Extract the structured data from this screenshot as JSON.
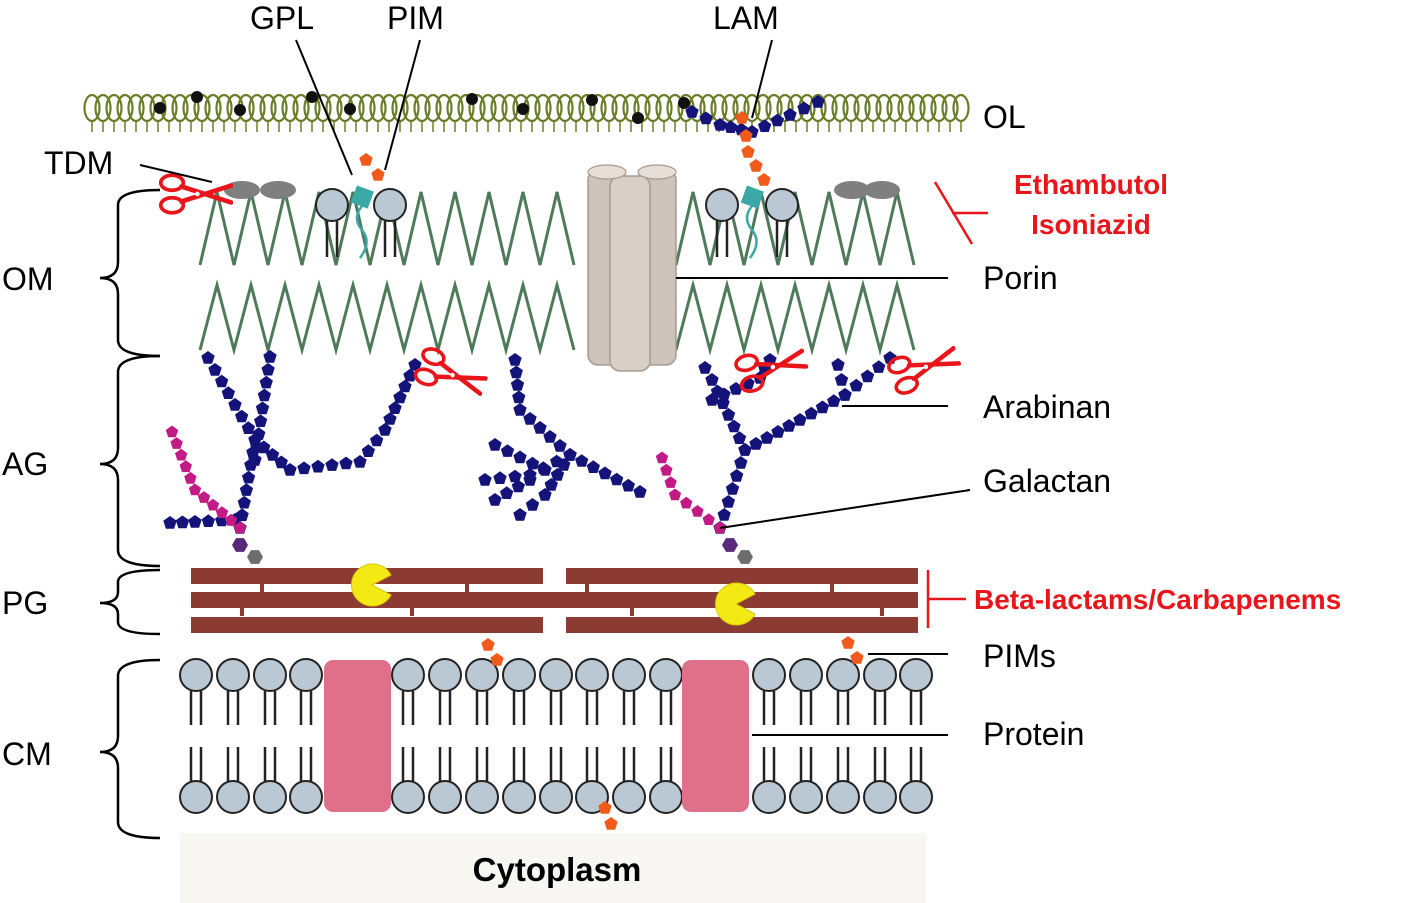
{
  "labels": {
    "gpl": "GPL",
    "pim": "PIM",
    "lam": "LAM",
    "ol": "OL",
    "tdm": "TDM",
    "om": "OM",
    "porin": "Porin",
    "ag": "AG",
    "arabinan": "Arabinan",
    "galactan": "Galactan",
    "pg": "PG",
    "pims": "PIMs",
    "cm": "CM",
    "protein": "Protein",
    "cytoplasm": "Cytoplasm"
  },
  "drugs": {
    "om_line1": "Ethambutol",
    "om_line2": "Isoniazid",
    "pg": "Beta-lactams/Carbapenems"
  },
  "colors": {
    "outer_layer": "#6b7f2a",
    "mycolic": "#4f7a5a",
    "lipid_head": "#b9c8d3",
    "arabinan": "#13137a",
    "galactan": "#c21b86",
    "peptidoglycan": "#8b3b31",
    "protein": "#e0708a",
    "porin": "#cdc3bb",
    "drug_text": "#e8161b",
    "pacman": "#f3ea15",
    "sugar_orange": "#f05a1a",
    "cytoplasm_bg": "#f7f6f2",
    "glycolipid_teal": "#3aa8a6"
  },
  "icons": [
    "scissors-icon",
    "pacman-icon"
  ]
}
